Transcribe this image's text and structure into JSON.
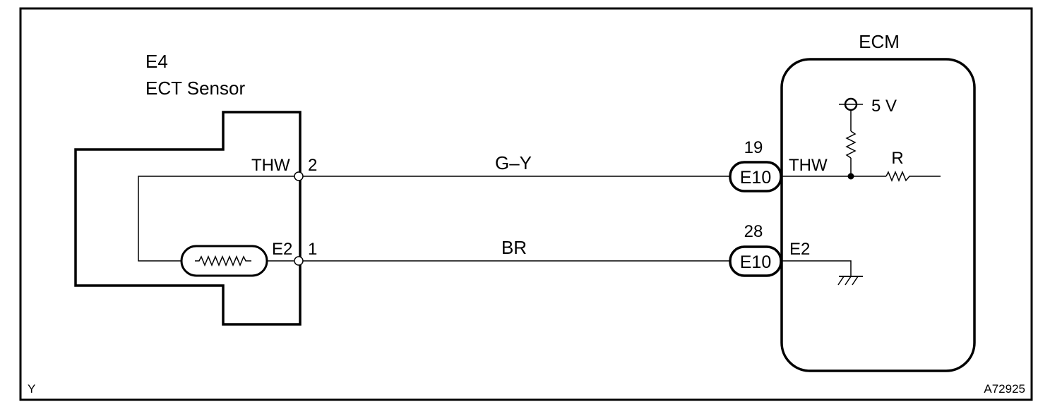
{
  "sensor": {
    "code": "E4",
    "name": "ECT Sensor",
    "pins": [
      {
        "terminal": "THW",
        "number": "2"
      },
      {
        "terminal": "E2",
        "number": "1"
      }
    ]
  },
  "wires": [
    {
      "color_code": "G–Y"
    },
    {
      "color_code": "BR"
    }
  ],
  "ecm": {
    "title": "ECM",
    "supply_label": "5 V",
    "resistor_label": "R",
    "connectors": [
      {
        "pin": "19",
        "connector": "E10",
        "terminal": "THW"
      },
      {
        "pin": "28",
        "connector": "E10",
        "terminal": "E2"
      }
    ]
  },
  "footer": {
    "left_mark": "Y",
    "figure_id": "A72925"
  }
}
